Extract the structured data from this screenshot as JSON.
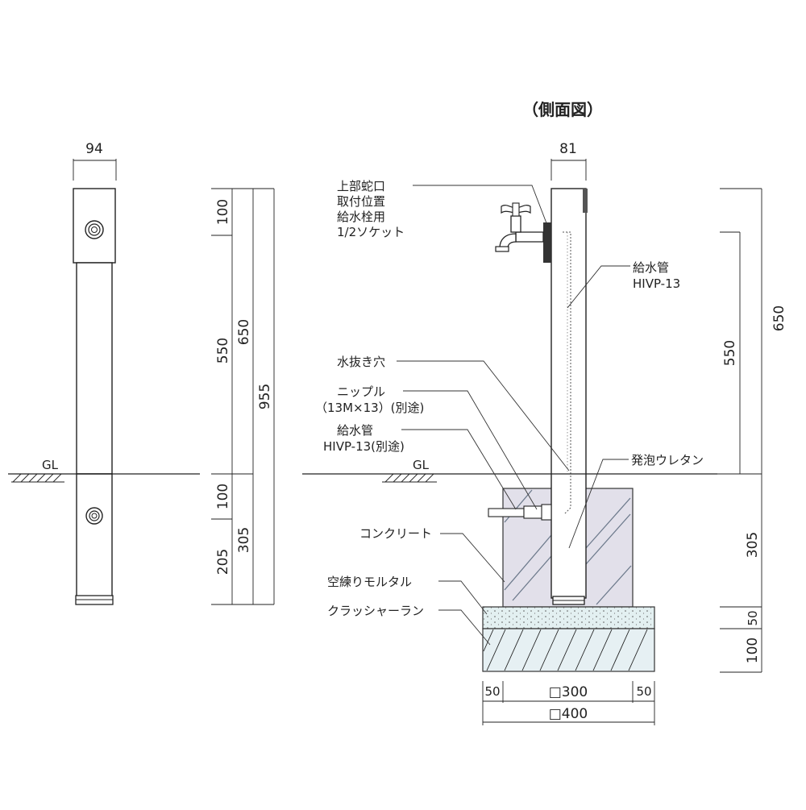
{
  "title": "（側面図）",
  "front_view": {
    "width_label": "94",
    "gl_label": "GL",
    "dims": {
      "top": "100",
      "middle": "550",
      "upper_total": "650",
      "total": "955",
      "below_top": "100",
      "below_bottom": "205",
      "below_total": "305"
    }
  },
  "side_view": {
    "width_label": "81",
    "gl_label": "GL",
    "dims": {
      "upper_total": "650",
      "upper_550": "550",
      "below_305": "305",
      "mortar_50": "50",
      "crusher_100": "100",
      "base_left_50": "50",
      "base_300": "□300",
      "base_right_50": "50",
      "base_400": "□400"
    },
    "labels": {
      "faucet_line1": "上部蛇口",
      "faucet_line2": "取付位置",
      "faucet_line3": "給水栓用",
      "faucet_line4": "1/2ソケット",
      "pipe_right_line1": "給水管",
      "pipe_right_line2": "HIVP-13",
      "drain_hole": "水抜き穴",
      "nipple_line1": "ニップル",
      "nipple_line2": "（13M×13）(別途)",
      "pipe_left_line1": "給水管",
      "pipe_left_line2": "HIVP-13(別途)",
      "foam": "発泡ウレタン",
      "concrete": "コンクリート",
      "mortar": "空練りモルタル",
      "crusher": "クラッシャーラン"
    }
  }
}
